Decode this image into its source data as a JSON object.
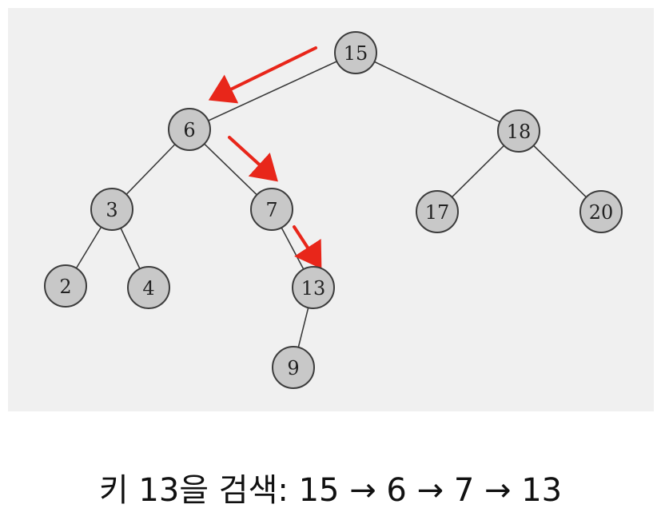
{
  "colors": {
    "node_fill": "#c8c8c8",
    "arrow": "#e8261a",
    "panel": "#f0f0f0"
  },
  "tree": {
    "nodes": [
      {
        "id": "n15",
        "label": "15"
      },
      {
        "id": "n6",
        "label": "6"
      },
      {
        "id": "n18",
        "label": "18"
      },
      {
        "id": "n3",
        "label": "3"
      },
      {
        "id": "n7",
        "label": "7"
      },
      {
        "id": "n17",
        "label": "17"
      },
      {
        "id": "n20",
        "label": "20"
      },
      {
        "id": "n2",
        "label": "2"
      },
      {
        "id": "n4",
        "label": "4"
      },
      {
        "id": "n13",
        "label": "13"
      },
      {
        "id": "n9",
        "label": "9"
      }
    ],
    "edges": [
      [
        "n15",
        "n6"
      ],
      [
        "n15",
        "n18"
      ],
      [
        "n6",
        "n3"
      ],
      [
        "n6",
        "n7"
      ],
      [
        "n18",
        "n17"
      ],
      [
        "n18",
        "n20"
      ],
      [
        "n3",
        "n2"
      ],
      [
        "n3",
        "n4"
      ],
      [
        "n7",
        "n13"
      ],
      [
        "n13",
        "n9"
      ]
    ],
    "search_path": [
      "n15",
      "n6",
      "n7",
      "n13"
    ]
  },
  "caption": "키 13을 검색: 15 → 6 → 7 → 13"
}
